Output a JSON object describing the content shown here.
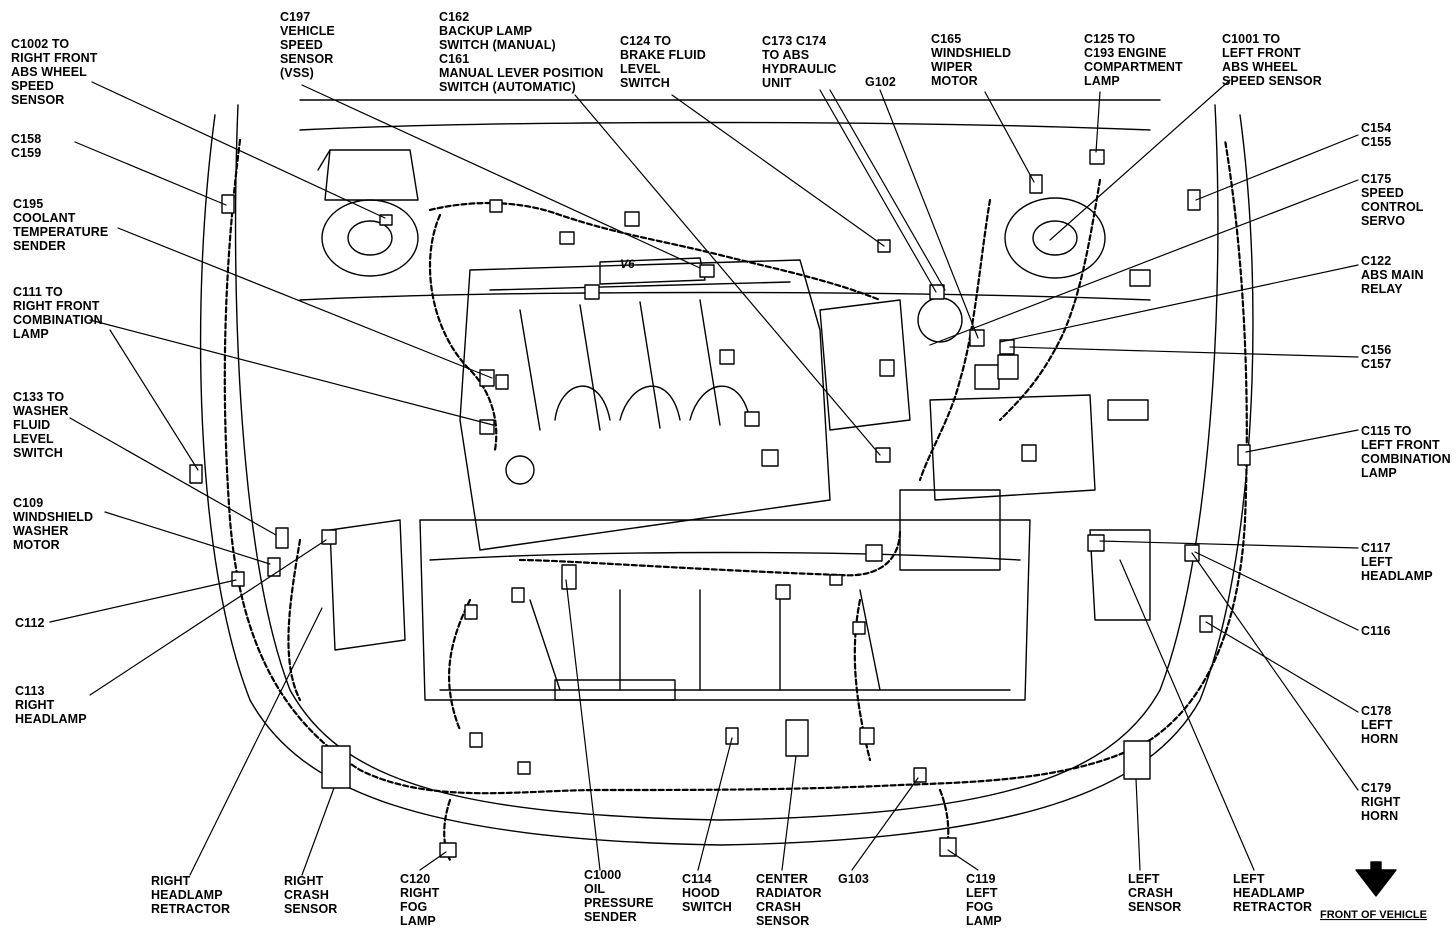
{
  "labels": {
    "c1002": "C1002 TO\nRIGHT FRONT\nABS WHEEL\nSPEED\nSENSOR",
    "c197": "C197\nVEHICLE\nSPEED\nSENSOR\n(VSS)",
    "c162": "C162\nBACKUP LAMP\nSWITCH (MANUAL)\nC161\nMANUAL LEVER POSITION\nSWITCH (AUTOMATIC)",
    "c124": "C124 TO\nBRAKE FLUID\nLEVEL\nSWITCH",
    "c173": "C173  C174\nTO ABS\nHYDRAULIC\nUNIT",
    "g102": "G102",
    "c165": "C165\nWINDSHIELD\nWIPER\nMOTOR",
    "c125": "C125 TO\nC193 ENGINE\nCOMPARTMENT\nLAMP",
    "c1001": "C1001 TO\nLEFT FRONT\nABS WHEEL\nSPEED SENSOR",
    "c158": "C158\nC159",
    "c195": "C195\nCOOLANT\nTEMPERATURE\nSENDER",
    "c111": "C111 TO\nRIGHT FRONT\nCOMBINATION\nLAMP",
    "c133": "C133 TO\nWASHER\nFLUID\nLEVEL\nSWITCH",
    "c109": "C109\nWINDSHIELD\nWASHER\nMOTOR",
    "c112": "C112",
    "c113": "C113\nRIGHT\nHEADLAMP",
    "c154": "C154\nC155",
    "c175": "C175\nSPEED\nCONTROL\nSERVO",
    "c122": "C122\nABS MAIN\nRELAY",
    "c156": "C156\nC157",
    "c115": "C115 TO\nLEFT FRONT\nCOMBINATION\nLAMP",
    "c117": "C117\nLEFT\nHEADLAMP",
    "c116": "C116",
    "c178": "C178\nLEFT\nHORN",
    "c179": "C179\nRIGHT\nHORN",
    "rhr": "RIGHT\nHEADLAMP\nRETRACTOR",
    "rcs": "RIGHT\nCRASH\nSENSOR",
    "c120": "C120\nRIGHT\nFOG\nLAMP",
    "c1000": "C1000\nOIL\nPRESSURE\nSENDER",
    "c114": "C114\nHOOD\nSWITCH",
    "crcs": "CENTER\nRADIATOR\nCRASH\nSENSOR",
    "g103": "G103",
    "c119": "C119\nLEFT\nFOG\nLAMP",
    "lcs": "LEFT\nCRASH\nSENSOR",
    "lhr": "LEFT\nHEADLAMP\nRETRACTOR"
  },
  "engine_badge": "V6",
  "front_of_vehicle": "FRONT OF VEHICLE",
  "colors": {
    "ink": "#000000",
    "paper": "#ffffff"
  },
  "icons": {
    "front_arrow": "arrow-down-icon"
  }
}
